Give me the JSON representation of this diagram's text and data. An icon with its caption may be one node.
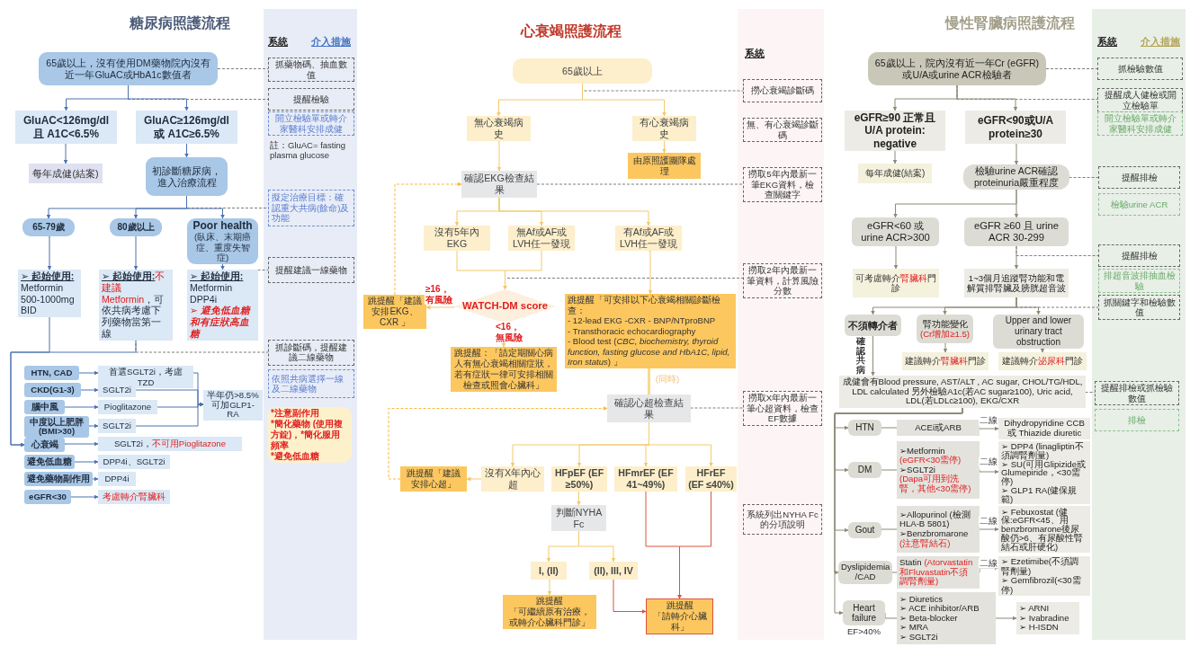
{
  "diagram": {
    "nodes": [
      {
        "text": [
          "65歲以上，沒有使用DM藥物院內沒有近一年GluAC或HbA1c數值者"
        ]
      },
      {
        "text": [
          "GluAC<126mg/dl 且 A1C<6.5%"
        ]
      },
      {
        "text": [
          "GluAC≥126mg/dl 或 A1C≥6.5%"
        ]
      },
      {
        "text": [
          "每年成健(結案)"
        ]
      },
      {
        "text": [
          "初診斷糖尿病，進入治療流程"
        ]
      },
      {
        "text": [
          "65-79歲"
        ]
      },
      {
        "text": [
          "80歲以上"
        ]
      },
      {
        "text": [
          "Poor health",
          "(臥床、末期癌症、重度失智症)"
        ]
      },
      {
        "text": [
          "➢ 起始使用:",
          "Metformin 500-1000mg BID"
        ]
      },
      {
        "text": [
          "➢ 起始使用:",
          "不建議Metformin",
          "，可依共病考慮下列藥物當第一線"
        ]
      },
      {
        "text": [
          "➢ 起始使用:",
          "Metformin DPP4i",
          "➢ 避免低血糖和有症狀高血糖"
        ]
      },
      {
        "text": [
          "HTN, CAD"
        ]
      },
      {
        "text": [
          "首選SGLT2i，考慮TZD"
        ]
      },
      {
        "text": [
          "CKD(G1-3)"
        ]
      },
      {
        "text": [
          "SGLT2i"
        ]
      },
      {
        "text": [
          "腦中風"
        ]
      },
      {
        "text": [
          "Pioglitazone"
        ]
      },
      {
        "text": [
          "中度以上肥胖(BMI>30)"
        ]
      },
      {
        "text": [
          "SGLT2i"
        ]
      },
      {
        "text": [
          "心衰竭"
        ]
      },
      {
        "text": [
          "SGLT2i，",
          "不可用Pioglitazone"
        ]
      },
      {
        "text": [
          "避免低血糖"
        ]
      },
      {
        "text": [
          "DPP4i、SGLT2i"
        ]
      },
      {
        "text": [
          "避免藥物副作用"
        ]
      },
      {
        "text": [
          "DPP4i"
        ]
      },
      {
        "text": [
          "eGFR<30"
        ]
      },
      {
        "text": [
          "考慮轉介腎臟科"
        ]
      },
      {
        "text": [
          "半年仍>8.5%可加GLP1-RA"
        ]
      },
      {
        "text": [
          "抓藥物碼、抽血數值"
        ]
      },
      {
        "text": [
          "提醒檢驗"
        ]
      },
      {
        "text": [
          "開立檢驗單或轉介家醫科安排成健"
        ]
      },
      {
        "text": [
          "擬定治療目標：確認重大共病(餘命)及功能"
        ]
      },
      {
        "text": [
          "提醒建議一線藥物"
        ]
      },
      {
        "text": [
          "抓診斷碼，提醒建議二線藥物"
        ]
      },
      {
        "text": [
          "依照共病選擇一線及二線藥物"
        ]
      },
      {
        "text": [
          "*注意副作用",
          "*簡化藥物 (使用複方錠)，",
          "*簡化服用頻率",
          "*避免低血糖"
        ]
      },
      {
        "text": [
          "65歲以上"
        ]
      },
      {
        "text": [
          "無心衰竭病史"
        ]
      },
      {
        "text": [
          "有心衰竭病史"
        ]
      },
      {
        "text": [
          "由原照護團隊處理"
        ]
      },
      {
        "text": [
          "確認EKG檢查結果"
        ]
      },
      {
        "text": [
          "沒有5年內EKG"
        ]
      },
      {
        "text": [
          "無Af或AF或LVH任一發現"
        ]
      },
      {
        "text": [
          "有Af或AF或LVH任一發現"
        ]
      },
      {
        "text": [
          "WATCH-DM score"
        ]
      },
      {
        "text": [
          "跳提醒「建議安排EKG、CXR 」"
        ]
      },
      {
        "text": [
          "跳提醒「可安排以下心衰竭相關診斷檢查：",
          "- 12-lead EKG -CXR - BNP/NTproBNP",
          "- Transthoracic echocardiography",
          "- Blood test (*CBC, biochemistry, thyroid function, fasting glucose and HbA1C, lipid, Iron status*) 」"
        ]
      },
      {
        "text": [
          "跳提醒：「請定期關心病人有無心衰竭相關症狀，若有症狀一律可安排相關檢查或照會心臟科」"
        ]
      },
      {
        "text": [
          "確認心超檢查結果"
        ]
      },
      {
        "text": [
          "跳提醒「建議安排心超」"
        ]
      },
      {
        "text": [
          "沒有X年內心超"
        ]
      },
      {
        "text": [
          "HFpEF (EF ≥50%)"
        ]
      },
      {
        "text": [
          "HFmrEF (EF 41~49%)"
        ]
      },
      {
        "text": [
          "HFrEF (EF ≤40%)"
        ]
      },
      {
        "text": [
          "判斷NYHA Fc"
        ]
      },
      {
        "text": [
          "I, (II)"
        ]
      },
      {
        "text": [
          "(II), III, IV"
        ]
      },
      {
        "text": [
          "跳提醒",
          "「可繼續原有治療，或轉介心臟科門診」"
        ]
      },
      {
        "text": [
          "跳提醒",
          "「請轉介心臟科」"
        ]
      },
      {
        "text": [
          "撈心衰竭診斷碼"
        ]
      },
      {
        "text": [
          "無、有心衰竭診斷碼"
        ]
      },
      {
        "text": [
          "撈取5年內最新一筆EKG資料，檢查關鍵字"
        ]
      },
      {
        "text": [
          "撈取2年內最新一筆資料，計算風險分數"
        ]
      },
      {
        "text": [
          "撈取X年內最新一筆心超資料，檢查EF數據"
        ]
      },
      {
        "text": [
          "系統列出NYHA Fc的分項說明"
        ]
      },
      {
        "text": [
          "65歲以上，院內沒有近一年Cr (eGFR)或U/A或urine ACR檢驗者"
        ]
      },
      {
        "text": [
          "eGFR≥90 正常且U/A protein: negative"
        ]
      },
      {
        "text": [
          "eGFR<90或U/A protein≥30"
        ]
      },
      {
        "text": [
          "每年成健(結案)"
        ]
      },
      {
        "text": [
          "檢驗urine ACR確認proteinuria嚴重程度"
        ]
      },
      {
        "text": [
          "eGFR<60 或 urine ACR>300"
        ]
      },
      {
        "text": [
          "eGFR ≥60 且 urine ACR 30-299"
        ]
      },
      {
        "text": [
          "可考慮轉介",
          "腎臟科",
          "門診"
        ]
      },
      {
        "text": [
          "1~3個月追蹤腎功能和電解質排腎臟及膀胱超音波"
        ]
      },
      {
        "text": [
          "不須轉介者"
        ]
      },
      {
        "text": [
          "腎功能變化",
          "(Cr增加≥1.5)"
        ]
      },
      {
        "text": [
          "Upper and lower urinary tract obstruction"
        ]
      },
      {
        "text": [
          "建議轉介",
          "腎臟科",
          "門診"
        ]
      },
      {
        "text": [
          "建議轉介",
          "泌尿科",
          "門診"
        ]
      },
      {
        "text": [
          "成健會有Blood pressure, AST/ALT , AC sugar, CHOL/TG/HDL, LDL calculated 另外檢驗A1c(若AC sugar≥100), Uric acid, LDL(若LDLc≥100), EKG/CXR"
        ]
      },
      {
        "text": [
          "HTN"
        ]
      },
      {
        "text": [
          "ACEi或ARB"
        ]
      },
      {
        "text": [
          "Dihydropyridine CCB 或 Thiazide diuretic"
        ]
      },
      {
        "text": [
          "DM"
        ]
      },
      {
        "text": [
          "➢Metformin",
          "(eGFR<30需停)",
          "➢SGLT2i",
          "(Dapa可用到洗腎，其他<30需停)"
        ]
      },
      {
        "text": [
          "➢ DPP4 (linagliptin不須調腎劑量)",
          "➢ SU(可用Glipizide或Glumepiride，<30需停)",
          "➢ GLP1 RA(健保規範)"
        ]
      },
      {
        "text": [
          "Gout"
        ]
      },
      {
        "text": [
          "➢Allopurinol (檢測HLA-B 5801)",
          "➢Benzbromarone",
          "(注意腎結石)"
        ]
      },
      {
        "text": [
          "➢ Febuxostat (健保:eGFR<45、用benzbromarone後尿酸仍>6、有尿酸性腎結石或肝硬化)"
        ]
      },
      {
        "text": [
          "Dyslipidemia /CAD"
        ]
      },
      {
        "text": [
          "Statin",
          "(Atorvastatin和Fluvastatin不須調腎劑量)"
        ]
      },
      {
        "text": [
          "➢ Ezetimibe(不須調腎劑量)",
          "➢ Gemfibrozil(<30需停)"
        ]
      },
      {
        "text": [
          "Heart failure"
        ],
        "beside": [
          "EF>40%"
        ]
      },
      {
        "text": [
          "➢ Diuretics",
          "➢ ACE inhibitor/ARB",
          "➢ Beta-blocker",
          "➢ MRA",
          "➢ SGLT2i"
        ]
      },
      {
        "text": [
          "➢ ARNI",
          "➢ Ivabradine",
          "➢ H-ISDN"
        ]
      },
      {
        "text": [
          "抓檢驗數值"
        ]
      },
      {
        "text": [
          "提醒成人健檢或開立檢驗單"
        ]
      },
      {
        "text": [
          "開立檢驗單或轉介家醫科安排成健"
        ]
      },
      {
        "text": [
          "提醒排檢"
        ]
      },
      {
        "text": [
          "檢驗urine ACR"
        ]
      },
      {
        "text": [
          "提醒排檢"
        ]
      },
      {
        "text": [
          "排超音波排抽血檢驗"
        ]
      },
      {
        "text": [
          "抓關鍵字和檢驗數值"
        ]
      },
      {
        "text": [
          "提醒排檢或抓檢驗數值"
        ]
      },
      {
        "text": [
          "排檢"
        ]
      }
    ],
    "edges": [
      {
        "from": 0,
        "to": 1,
        "arrow": "to",
        "color": "#4a72b0"
      },
      {
        "from": 0,
        "to": 2,
        "arrow": "to",
        "color": "#4a72b0"
      },
      {
        "from": 0,
        "to": 28,
        "arrow": "none",
        "style": "dashed",
        "color": "#7f7f7f"
      },
      {
        "from": 0,
        "to": 29,
        "arrow": "none",
        "style": "dashed",
        "color": "#7f7f7f"
      },
      {
        "from": 1,
        "to": 3,
        "arrow": "to",
        "color": "#4a72b0"
      },
      {
        "from": 2,
        "to": 4,
        "arrow": "to",
        "color": "#4a72b0"
      },
      {
        "from": 4,
        "to": 5,
        "arrow": "to",
        "color": "#4a72b0"
      },
      {
        "from": 4,
        "to": 6,
        "arrow": "to",
        "color": "#4a72b0"
      },
      {
        "from": 4,
        "to": 7,
        "arrow": "to",
        "color": "#4a72b0"
      },
      {
        "from": 4,
        "to": 31,
        "arrow": "none",
        "style": "dashed",
        "color": "#7f7f7f"
      },
      {
        "from": 5,
        "to": 8,
        "arrow": "to",
        "color": "#4a72b0"
      },
      {
        "from": 6,
        "to": 9,
        "arrow": "to",
        "color": "#4a72b0"
      },
      {
        "from": 7,
        "to": 10,
        "arrow": "to",
        "color": "#4a72b0"
      },
      {
        "from": 10,
        "to": 32,
        "arrow": "none",
        "style": "dashed",
        "color": "#7f7f7f"
      },
      {
        "from": 8,
        "to": 19,
        "arrow": "to",
        "color": "#4a72b0"
      },
      {
        "from": 9,
        "to": 19,
        "arrow": "to",
        "color": "#4a72b0"
      },
      {
        "from": 9,
        "to": 33,
        "arrow": "none",
        "style": "dashed",
        "color": "#7f7f7f"
      },
      {
        "from": 11,
        "to": 12,
        "arrow": "to",
        "color": "#4a72b0"
      },
      {
        "from": 13,
        "to": 14,
        "arrow": "to",
        "color": "#4a72b0"
      },
      {
        "from": 15,
        "to": 16,
        "arrow": "to",
        "color": "#4a72b0"
      },
      {
        "from": 17,
        "to": 18,
        "arrow": "to",
        "color": "#4a72b0"
      },
      {
        "from": 19,
        "to": 20,
        "arrow": "to",
        "color": "#4a72b0"
      },
      {
        "from": 21,
        "to": 22,
        "arrow": "to",
        "color": "#4a72b0"
      },
      {
        "from": 23,
        "to": 24,
        "arrow": "to",
        "color": "#4a72b0"
      },
      {
        "from": 25,
        "to": 26,
        "arrow": "to",
        "color": "#4a72b0"
      },
      {
        "from": 12,
        "to": 27,
        "arrow": "to",
        "color": "#4a72b0"
      },
      {
        "from": 14,
        "to": 27,
        "arrow": "to",
        "color": "#4a72b0"
      },
      {
        "from": 16,
        "to": 27,
        "arrow": "to",
        "color": "#4a72b0"
      },
      {
        "from": 18,
        "to": 27,
        "arrow": "to",
        "color": "#4a72b0"
      },
      {
        "from": 36,
        "to": 37,
        "arrow": "to",
        "color": "#f3c969"
      },
      {
        "from": 36,
        "to": 38,
        "arrow": "to",
        "color": "#f3c969"
      },
      {
        "from": 36,
        "to": 59,
        "arrow": "none",
        "style": "dashed",
        "color": "#7f7f7f"
      },
      {
        "from": 38,
        "to": 39,
        "arrow": "to",
        "color": "#f3c969"
      },
      {
        "from": 37,
        "to": 40,
        "arrow": "to",
        "color": "#f3c969"
      },
      {
        "from": 40,
        "to": 61,
        "arrow": "none",
        "style": "dashed",
        "color": "#7f7f7f"
      },
      {
        "from": 40,
        "to": 41,
        "arrow": "to",
        "color": "#f3c969"
      },
      {
        "from": 40,
        "to": 42,
        "arrow": "to",
        "color": "#f3c969"
      },
      {
        "from": 40,
        "to": 43,
        "arrow": "to",
        "color": "#f3c969"
      },
      {
        "from": 41,
        "to": 44,
        "arrow": "to",
        "color": "#f3c969"
      },
      {
        "from": 42,
        "to": 44,
        "arrow": "to",
        "color": "#f3c969"
      },
      {
        "from": 44,
        "to": 62,
        "arrow": "none",
        "style": "dashed",
        "color": "#7f7f7f"
      },
      {
        "from": 43,
        "to": 46,
        "arrow": "to",
        "color": "#f3c969"
      },
      {
        "from": 44,
        "to": 45,
        "arrow": "to",
        "label": "≥16，有風險",
        "color": "#f3c969"
      },
      {
        "from": 44,
        "to": 47,
        "arrow": "to",
        "label": "<16，無風險",
        "color": "#f3c969"
      },
      {
        "from": 45,
        "to": 40,
        "arrow": "to",
        "style": "dashed",
        "color": "#f5b942"
      },
      {
        "from": 46,
        "to": 48,
        "arrow": "none",
        "label": "(同時)",
        "style": "thick",
        "color": "#f8d98e"
      },
      {
        "from": 48,
        "to": 63,
        "arrow": "none",
        "style": "dashed",
        "color": "#7f7f7f"
      },
      {
        "from": 48,
        "to": 50,
        "arrow": "to",
        "color": "#f3c969"
      },
      {
        "from": 48,
        "to": 51,
        "arrow": "to",
        "color": "#f3c969"
      },
      {
        "from": 48,
        "to": 52,
        "arrow": "to",
        "color": "#f3c969"
      },
      {
        "from": 48,
        "to": 53,
        "arrow": "to",
        "color": "#f3c969"
      },
      {
        "from": 50,
        "to": 49,
        "arrow": "to",
        "color": "#f3c969"
      },
      {
        "from": 49,
        "to": 48,
        "arrow": "to",
        "style": "dashed",
        "color": "#f5b942"
      },
      {
        "from": 51,
        "to": 54,
        "arrow": "to",
        "color": "#f3c969"
      },
      {
        "from": 54,
        "to": 55,
        "arrow": "to",
        "color": "#f3c969"
      },
      {
        "from": 54,
        "to": 56,
        "arrow": "to",
        "color": "#f3c969"
      },
      {
        "from": 55,
        "to": 57,
        "arrow": "to",
        "color": "#f3c969"
      },
      {
        "from": 56,
        "to": 58,
        "arrow": "to",
        "color": "#d9553f"
      },
      {
        "from": 52,
        "to": 58,
        "arrow": "to",
        "color": "#d9553f"
      },
      {
        "from": 53,
        "to": 58,
        "arrow": "to",
        "color": "#d9553f"
      },
      {
        "from": 65,
        "to": 66,
        "arrow": "to",
        "color": "#8c8a76"
      },
      {
        "from": 65,
        "to": 67,
        "arrow": "to",
        "color": "#8c8a76"
      },
      {
        "from": 65,
        "to": 95,
        "arrow": "none",
        "style": "dashed",
        "color": "#7f7f7f"
      },
      {
        "from": 65,
        "to": 96,
        "arrow": "none",
        "style": "dashed",
        "color": "#7f7f7f"
      },
      {
        "from": 66,
        "to": 68,
        "arrow": "to",
        "color": "#8c8a76"
      },
      {
        "from": 67,
        "to": 69,
        "arrow": "to",
        "color": "#8c8a76"
      },
      {
        "from": 69,
        "to": 98,
        "arrow": "none",
        "style": "dashed",
        "color": "#7f7f7f"
      },
      {
        "from": 69,
        "to": 70,
        "arrow": "to",
        "color": "#8c8a76"
      },
      {
        "from": 69,
        "to": 71,
        "arrow": "to",
        "color": "#8c8a76"
      },
      {
        "from": 70,
        "to": 72,
        "arrow": "to",
        "color": "#8c8a76"
      },
      {
        "from": 71,
        "to": 73,
        "arrow": "to",
        "color": "#8c8a76"
      },
      {
        "from": 71,
        "to": 100,
        "arrow": "none",
        "style": "dashed",
        "color": "#7f7f7f"
      },
      {
        "from": 73,
        "to": 74,
        "arrow": "to",
        "color": "#8c8a76"
      },
      {
        "from": 73,
        "to": 75,
        "arrow": "to",
        "color": "#8c8a76"
      },
      {
        "from": 73,
        "to": 76,
        "arrow": "to",
        "color": "#8c8a76"
      },
      {
        "from": 73,
        "to": 102,
        "arrow": "none",
        "style": "dashed",
        "color": "#7f7f7f"
      },
      {
        "from": 75,
        "to": 77,
        "arrow": "to",
        "color": "#8c8a76"
      },
      {
        "from": 76,
        "to": 78,
        "arrow": "to",
        "color": "#8c8a76"
      },
      {
        "from": 74,
        "to": 79,
        "arrow": "to",
        "label": "確認共病",
        "color": "#8c8a76"
      },
      {
        "from": 79,
        "to": 103,
        "arrow": "none",
        "style": "dashed",
        "color": "#7f7f7f"
      },
      {
        "from": 79,
        "to": 80,
        "arrow": "to",
        "color": "#8c8a76"
      },
      {
        "from": 79,
        "to": 83,
        "arrow": "to",
        "color": "#8c8a76"
      },
      {
        "from": 79,
        "to": 86,
        "arrow": "to",
        "color": "#8c8a76"
      },
      {
        "from": 79,
        "to": 89,
        "arrow": "to",
        "color": "#8c8a76"
      },
      {
        "from": 79,
        "to": 92,
        "arrow": "to",
        "color": "#8c8a76"
      },
      {
        "from": 80,
        "to": 81,
        "arrow": "none",
        "color": "#8c8a76"
      },
      {
        "from": 81,
        "to": 82,
        "arrow": "to",
        "label": "二線",
        "color": "#8c8a76"
      },
      {
        "from": 83,
        "to": 84,
        "arrow": "none",
        "color": "#8c8a76"
      },
      {
        "from": 84,
        "to": 85,
        "arrow": "to",
        "label": "二線",
        "color": "#8c8a76"
      },
      {
        "from": 86,
        "to": 87,
        "arrow": "none",
        "color": "#8c8a76"
      },
      {
        "from": 87,
        "to": 88,
        "arrow": "to",
        "label": "二線",
        "color": "#8c8a76"
      },
      {
        "from": 89,
        "to": 90,
        "arrow": "none",
        "color": "#8c8a76"
      },
      {
        "from": 90,
        "to": 91,
        "arrow": "to",
        "label": "二線",
        "color": "#8c8a76"
      },
      {
        "from": 92,
        "to": 93,
        "arrow": "none",
        "color": "#8c8a76"
      },
      {
        "from": 93,
        "to": 94,
        "arrow": "to",
        "color": "#8c8a76"
      }
    ],
    "labels": [
      "糖尿病照護流程",
      "系統",
      "介入措施",
      "註：GluAC= fasting plasma glucose",
      "心衰竭照護流程",
      "系統",
      "慢性腎臟病照護流程",
      "系統",
      "介入措施"
    ]
  }
}
